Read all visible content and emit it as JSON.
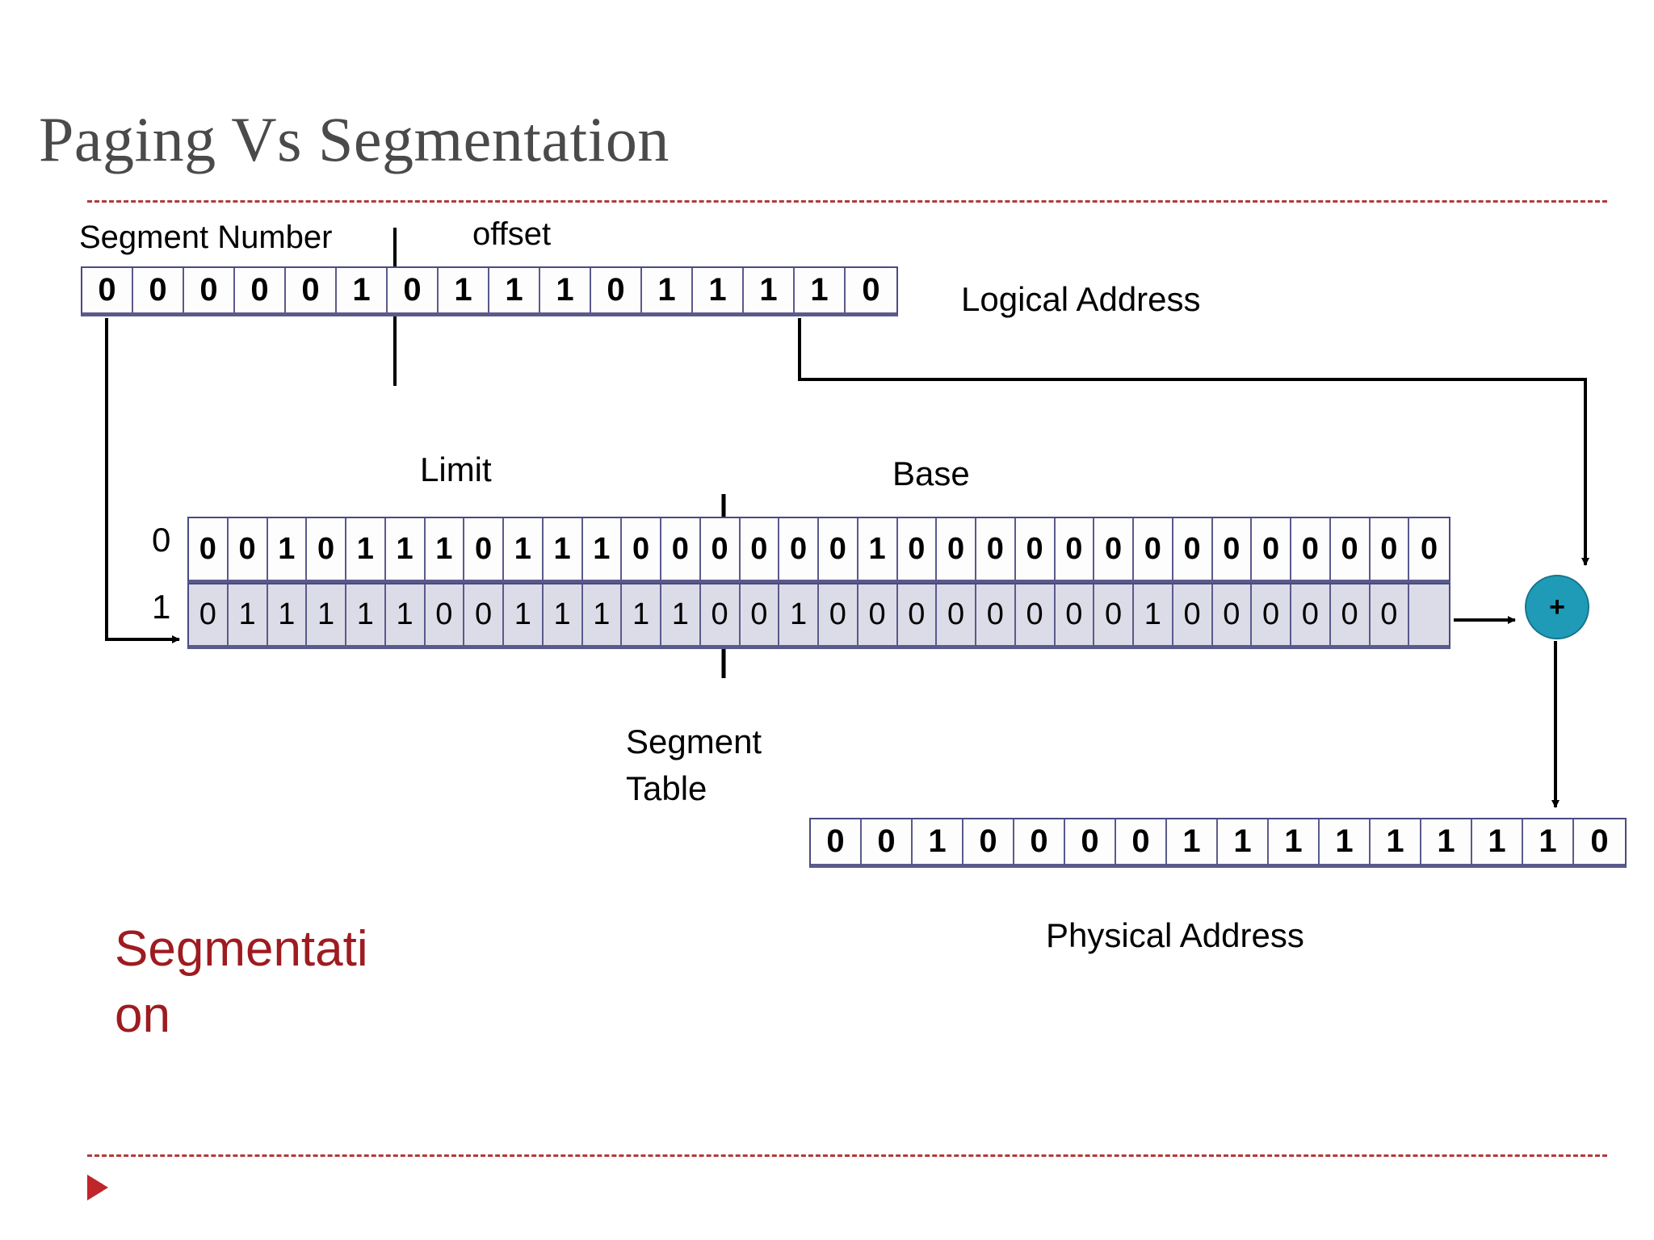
{
  "slide": {
    "title": "Paging Vs Segmentation",
    "footer_bullet": "triangle-bullet"
  },
  "labels": {
    "segment_number": "Segment Number",
    "offset": "offset",
    "logical_address": "Logical Address",
    "limit": "Limit",
    "base": "Base",
    "segment_table": "Segment\nTable",
    "physical_address": "Physical Address",
    "segmentation": "Segmentati\non",
    "row_index_0": "0",
    "row_index_1": "1",
    "adder": "+"
  },
  "colors": {
    "title": "#4a4a4a",
    "rule": "#b33a3a",
    "accent_red": "#9e1b20",
    "cell_border": "#5a5a8c",
    "row1_fill": "#dcdce8",
    "adder_fill": "#1f9bb8",
    "bullet": "#c0252b"
  },
  "logical_address": {
    "bits": [
      "0",
      "0",
      "0",
      "0",
      "0",
      "1",
      "0",
      "1",
      "1",
      "1",
      "0",
      "1",
      "1",
      "1",
      "1",
      "0"
    ],
    "split_after_index": 5,
    "segment_number_bits": [
      "0",
      "0",
      "0",
      "0",
      "0",
      "1"
    ],
    "offset_bits": [
      "0",
      "1",
      "1",
      "1",
      "0",
      "1",
      "1",
      "1",
      "1",
      "0"
    ]
  },
  "segment_table": {
    "columns": [
      "Limit",
      "Base"
    ],
    "split_after_index": 12,
    "rows": [
      {
        "index": "0",
        "bits": [
          "0",
          "0",
          "1",
          "0",
          "1",
          "1",
          "1",
          "0",
          "1",
          "1",
          "1",
          "0",
          "0",
          "0",
          "0",
          "0",
          "0",
          "1",
          "0",
          "0",
          "0",
          "0",
          "0",
          "0",
          "0",
          "0",
          "0",
          "0",
          "0",
          "0",
          "0",
          "0"
        ],
        "limit_bits": [
          "0",
          "0",
          "1",
          "0",
          "1",
          "1",
          "1",
          "0",
          "1",
          "1",
          "1",
          "0",
          "0"
        ],
        "base_bits": [
          "0",
          "0",
          "0",
          "0",
          "0",
          "1",
          "0",
          "0",
          "0",
          "0",
          "0",
          "0",
          "0",
          "0",
          "0",
          "0",
          "0",
          "0",
          "0"
        ],
        "highlighted": false
      },
      {
        "index": "1",
        "bits": [
          "0",
          "1",
          "1",
          "1",
          "1",
          "1",
          "0",
          "0",
          "1",
          "1",
          "1",
          "1",
          "1",
          "0",
          "0",
          "1",
          "0",
          "0",
          "0",
          "0",
          "0",
          "0",
          "0",
          "0",
          "1",
          "0",
          "0",
          "0",
          "0",
          "0",
          "0"
        ],
        "limit_bits": [
          "0",
          "1",
          "1",
          "1",
          "1",
          "1",
          "0",
          "0",
          "1",
          "1",
          "1",
          "1",
          "1"
        ],
        "base_bits": [
          "0",
          "0",
          "1",
          "0",
          "0",
          "0",
          "0",
          "0",
          "0",
          "0",
          "0",
          "1",
          "0",
          "0",
          "0",
          "0",
          "0"
        ],
        "highlighted": true
      }
    ]
  },
  "physical_address": {
    "bits": [
      "0",
      "0",
      "1",
      "0",
      "0",
      "0",
      "0",
      "1",
      "1",
      "1",
      "1",
      "1",
      "1",
      "1",
      "1",
      "0"
    ]
  }
}
